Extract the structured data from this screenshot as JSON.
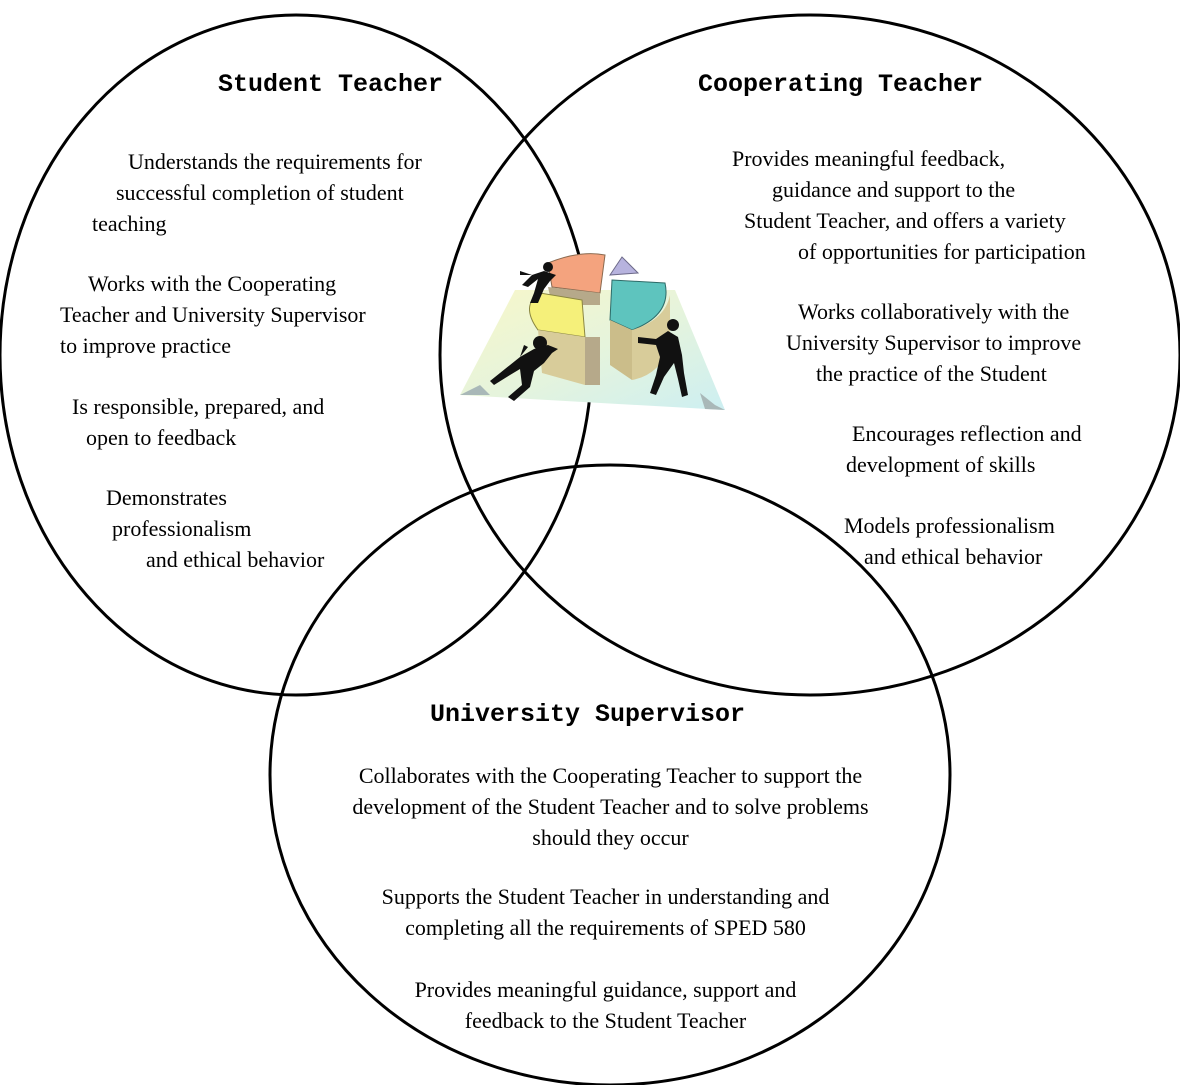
{
  "diagram": {
    "student_teacher": {
      "title": "Student Teacher",
      "items": [
        [
          "Understands the requirements for",
          "successful completion of student",
          "teaching"
        ],
        [
          "Works with the Cooperating",
          "Teacher and University Supervisor",
          "to improve practice"
        ],
        [
          "Is responsible, prepared, and",
          "open to feedback"
        ],
        [
          "Demonstrates",
          "professionalism",
          "and ethical behavior"
        ]
      ]
    },
    "cooperating_teacher": {
      "title": "Cooperating Teacher",
      "items": [
        [
          "Provides meaningful feedback,",
          "guidance and support to the",
          "Student Teacher, and offers a variety",
          "of opportunities for participation"
        ],
        [
          "Works collaboratively with the",
          "University Supervisor to improve",
          "the practice of the Student"
        ],
        [
          "Encourages reflection and",
          "development of skills"
        ],
        [
          "Models professionalism",
          "and ethical behavior"
        ]
      ]
    },
    "university_supervisor": {
      "title": "University Supervisor",
      "items": [
        [
          "Collaborates with the Cooperating Teacher to support the",
          "development of the Student Teacher and to solve problems",
          "should they occur"
        ],
        [
          "Supports the Student Teacher in understanding and",
          "completing all the requirements of SPED 580"
        ],
        [
          "Provides meaningful guidance, support and",
          "feedback to the Student Teacher"
        ]
      ]
    },
    "center_image": "teamwork-pie-chart-clipart",
    "colors": {
      "outline": "#000000",
      "pie_orange": "#f4a37e",
      "pie_teal": "#5ec4be",
      "pie_yellow": "#f5f07a",
      "pie_lavender": "#b7b3de",
      "pie_tan": "#d8cc9a",
      "floor_light": "#dff3f3"
    }
  }
}
